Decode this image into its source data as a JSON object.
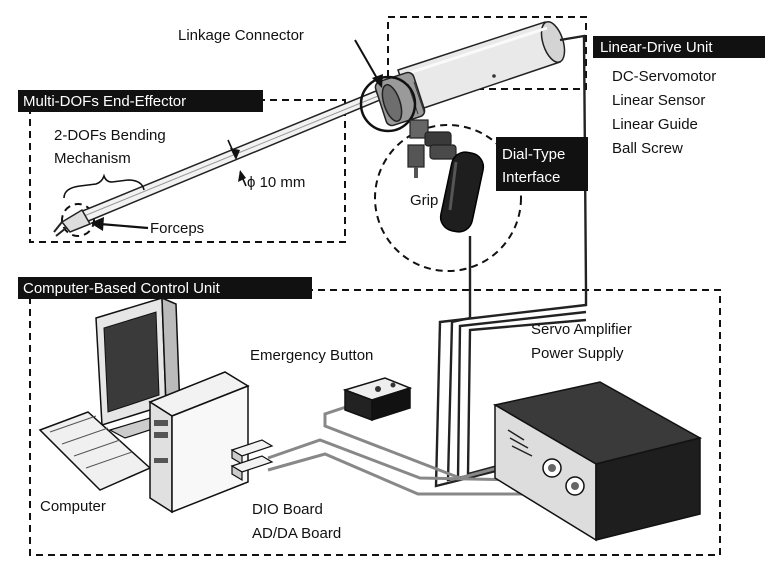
{
  "boxes": {
    "end_effector": "Multi-DOFs End-Effector",
    "linear_drive": "Linear-Drive Unit",
    "dial_interface_line1": "Dial-Type",
    "dial_interface_line2": "Interface",
    "control_unit": "Computer-Based Control Unit"
  },
  "labels": {
    "linkage_connector": "Linkage Connector",
    "bending_line1": "2-DOFs Bending",
    "bending_line2": "Mechanism",
    "diameter": "ϕ 10 mm",
    "forceps": "Forceps",
    "grip": "Grip",
    "emergency_button": "Emergency Button",
    "servo_line1": "Servo Amplifier",
    "servo_line2": "Power Supply",
    "computer": "Computer",
    "dio_board": "DIO Board",
    "adda_board": "AD/DA Board"
  },
  "drive_components": [
    "DC-Servomotor",
    "Linear Sensor",
    "Linear Guide",
    "Ball Screw"
  ]
}
